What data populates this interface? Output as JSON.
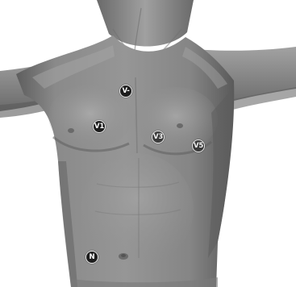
{
  "markers": {
    "v_minus": "V-",
    "v1": "V1",
    "v3": "V3",
    "v5": "V5",
    "n": "N"
  },
  "colors": {
    "background": "#ffffff",
    "skin_mid": "#8a8a8a",
    "marker_fill": "#1d1d1d",
    "marker_text": "#ffffff"
  }
}
